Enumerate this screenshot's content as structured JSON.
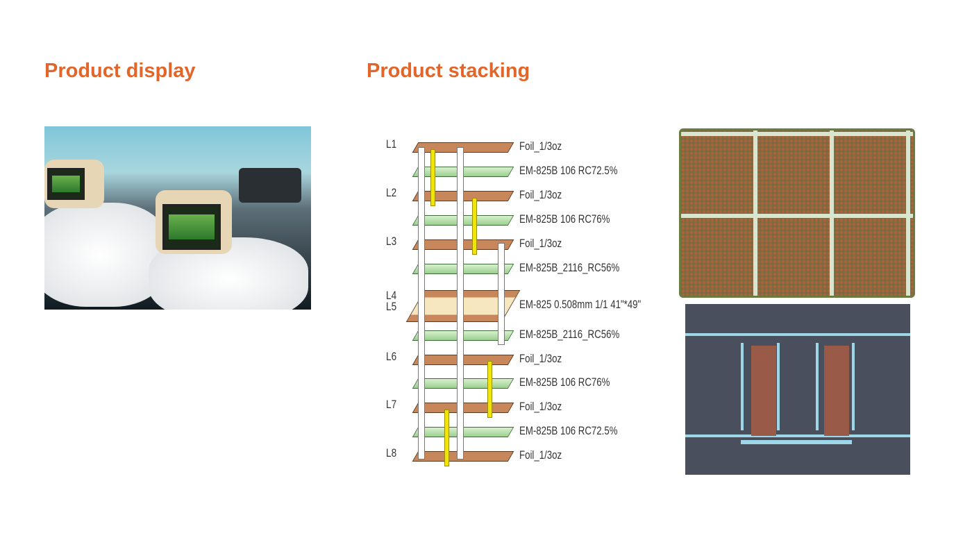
{
  "headings": {
    "display": "Product display",
    "stacking": "Product stacking"
  },
  "stackup": {
    "layers": [
      {
        "type": "foil",
        "layer": "L1",
        "material": "Foil_1/3oz"
      },
      {
        "type": "pp",
        "layer": "",
        "material": "EM-825B 106 RC72.5%"
      },
      {
        "type": "foil",
        "layer": "L2",
        "material": "Foil_1/3oz"
      },
      {
        "type": "pp",
        "layer": "",
        "material": "EM-825B 106 RC76%"
      },
      {
        "type": "foil",
        "layer": "L3",
        "material": "Foil_1/3oz"
      },
      {
        "type": "pp",
        "layer": "",
        "material": "EM-825B_2116_RC56%"
      },
      {
        "type": "core",
        "layer": "L4\nL5",
        "material": "EM-825 0.508mm 1/1 41\"*49\""
      },
      {
        "type": "pp",
        "layer": "",
        "material": "EM-825B_2116_RC56%"
      },
      {
        "type": "foil",
        "layer": "L6",
        "material": "Foil_1/3oz"
      },
      {
        "type": "pp",
        "layer": "",
        "material": "EM-825B 106 RC76%"
      },
      {
        "type": "foil",
        "layer": "L7",
        "material": "Foil_1/3oz"
      },
      {
        "type": "pp",
        "layer": "",
        "material": "EM-825B 106 RC72.5%"
      },
      {
        "type": "foil",
        "layer": "L8",
        "material": "Foil_1/3oz"
      }
    ]
  }
}
